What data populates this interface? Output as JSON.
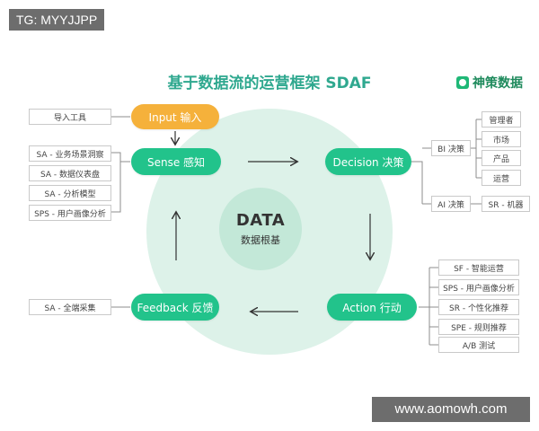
{
  "watermark": "TG: MYYJJPP",
  "title": "基于数据流的运营框架 SDAF",
  "brand": {
    "name": "神策数据",
    "icon": "brand-logo-icon"
  },
  "core": {
    "title": "DATA",
    "subtitle": "数据根基"
  },
  "nodes": {
    "input": "Input 输入",
    "sense": "Sense 感知",
    "decision": "Decision 决策",
    "action": "Action 行动",
    "feedback": "Feedback 反馈"
  },
  "left_boxes": {
    "input_tool": "导入工具",
    "sense_items": [
      "SA - 业务场景洞察",
      "SA - 数据仪表盘",
      "SA - 分析模型",
      "SPS - 用户画像分析"
    ],
    "feedback_item": "SA - 全端采集"
  },
  "decision_boxes": {
    "bi": "BI 决策",
    "bi_items": [
      "管理者",
      "市场",
      "产品",
      "运营"
    ],
    "ai": "AI 决策",
    "ai_item": "SR - 机器"
  },
  "action_items": [
    "SF - 智能运营",
    "SPS - 用户画像分析",
    "SR - 个性化推荐",
    "SPE - 规则推荐",
    "A/B 测试"
  ],
  "footer_watermark": "www.aomowh.com",
  "colors": {
    "node_green": "#22c38b",
    "input_orange": "#f5b13b",
    "title_green": "#2fa88f",
    "ring": "#ddf2e9",
    "core": "#c3e8d8"
  }
}
